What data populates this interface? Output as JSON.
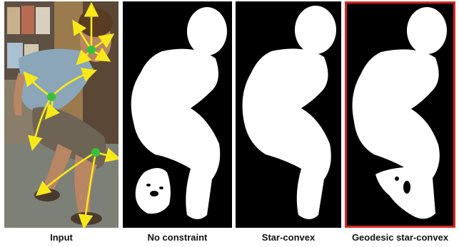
{
  "figure": {
    "panels": [
      {
        "label": "Input"
      },
      {
        "label": "No constraint"
      },
      {
        "label": "Star-convex"
      },
      {
        "label": "Geodesic star-convex"
      }
    ],
    "colors": {
      "arrow": "#f7e81a",
      "seed": "#39c03b",
      "highlight_border": "#d9281e",
      "mask_fg": "#ffffff",
      "mask_bg": "#000000"
    },
    "highlighted_panel": "Geodesic star-convex"
  }
}
